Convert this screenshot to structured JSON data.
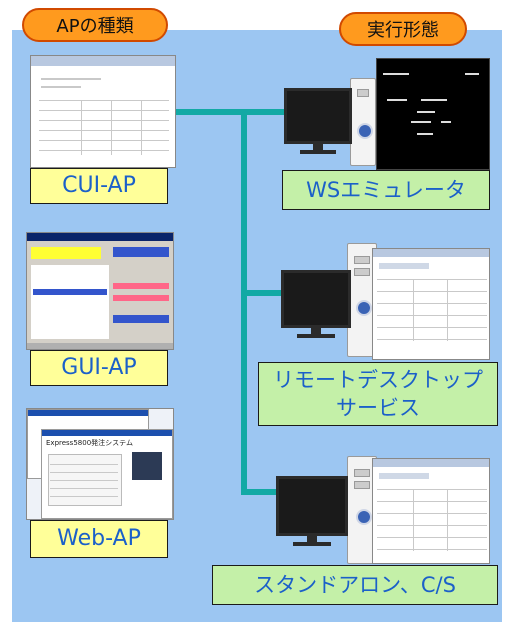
{
  "headers": {
    "ap_types": "APの種類",
    "execution_forms": "実行形態"
  },
  "ap_types": [
    {
      "label": "CUI-AP"
    },
    {
      "label": "GUI-AP"
    },
    {
      "label": "Web-AP"
    }
  ],
  "execution_forms": [
    {
      "label": "WSエミュレータ"
    },
    {
      "label_line1": "リモートデスクトップ",
      "label_line2": "サービス"
    },
    {
      "label": "スタンドアロン、C/S"
    }
  ],
  "web_thumb": {
    "title": "Express5800発注システム"
  },
  "colors": {
    "panel": "#9cc6f2",
    "pill": "#ff9a1e",
    "connector": "#12a9a5",
    "label_text": "#1b60c9",
    "ap_label_bg": "#ffff99",
    "form_label_bg": "#c4f0a8"
  }
}
